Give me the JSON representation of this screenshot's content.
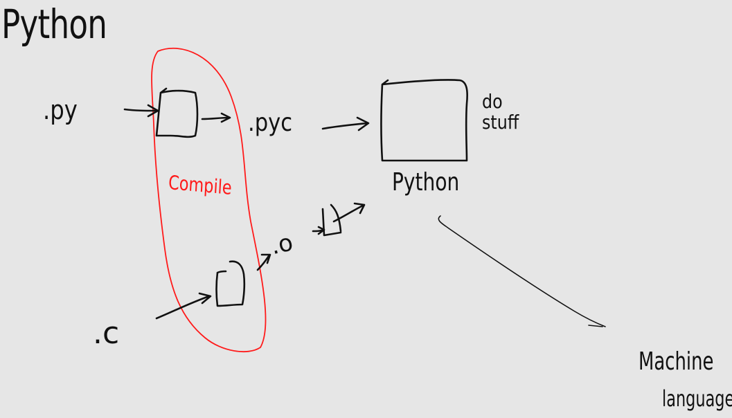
{
  "title": "Python",
  "labels": {
    "py_ext": ".py",
    "pyc_ext": ".pyc",
    "c_ext": ".c",
    "o_ext": ".o",
    "compile": "Compile",
    "do_stuff_1": "do",
    "do_stuff_2": "stuff",
    "interpreter": "Python",
    "machine_1": "Machine",
    "machine_2": "language"
  },
  "colors": {
    "background": "#e6e6e6",
    "ink": "#111111",
    "highlight": "#ff1a1a"
  }
}
